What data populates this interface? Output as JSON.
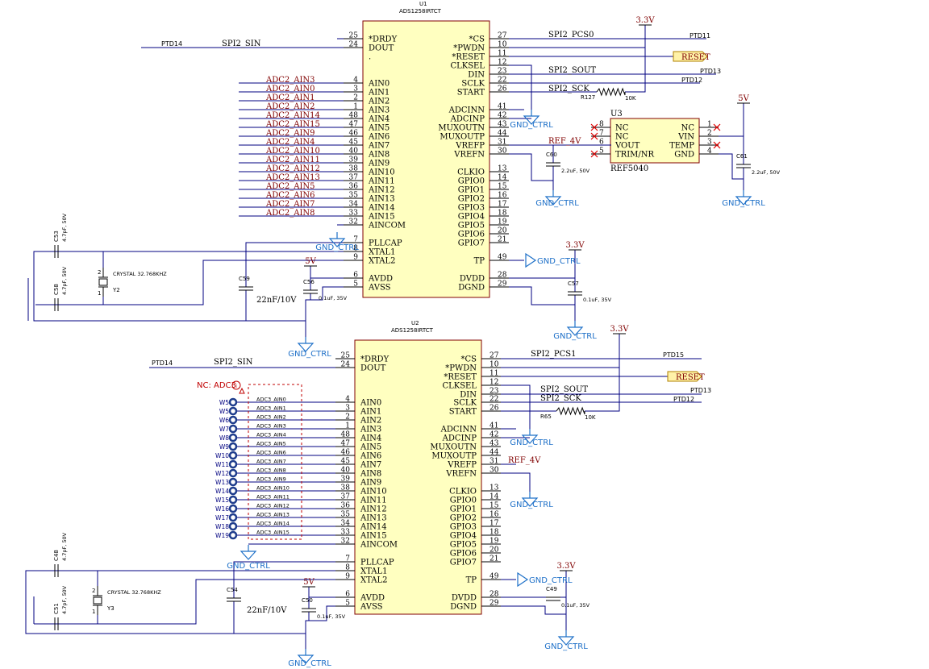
{
  "u1": {
    "designator": "U1",
    "part": "ADS1258IRTCT",
    "left_pins": [
      {
        "name": "*DRDY",
        "num": "25"
      },
      {
        "name": "DOUT",
        "num": "24"
      },
      {
        "name": ".",
        "num": ""
      },
      {
        "name": "AIN0",
        "num": "4"
      },
      {
        "name": "AIN1",
        "num": "3"
      },
      {
        "name": "AIN2",
        "num": "2"
      },
      {
        "name": "AIN3",
        "num": "1"
      },
      {
        "name": "AIN4",
        "num": "48"
      },
      {
        "name": "AIN5",
        "num": "47"
      },
      {
        "name": "AIN6",
        "num": "46"
      },
      {
        "name": "AIN7",
        "num": "45"
      },
      {
        "name": "AIN8",
        "num": "40"
      },
      {
        "name": "AIN9",
        "num": "39"
      },
      {
        "name": "AIN10",
        "num": "38"
      },
      {
        "name": "AIN11",
        "num": "37"
      },
      {
        "name": "AIN12",
        "num": "36"
      },
      {
        "name": "AIN13",
        "num": "35"
      },
      {
        "name": "AIN14",
        "num": "34"
      },
      {
        "name": "AIN15",
        "num": "33"
      },
      {
        "name": "AINCOM",
        "num": "32"
      },
      {
        "name": "PLLCAP",
        "num": "7"
      },
      {
        "name": "XTAL1",
        "num": "8"
      },
      {
        "name": "XTAL2",
        "num": "9"
      },
      {
        "name": "AVDD",
        "num": "6"
      },
      {
        "name": "AVSS",
        "num": "5"
      }
    ],
    "right_pins": [
      {
        "name": "*CS",
        "num": "27"
      },
      {
        "name": "*PWDN",
        "num": "10"
      },
      {
        "name": "*RESET",
        "num": "11"
      },
      {
        "name": "CLKSEL",
        "num": "12"
      },
      {
        "name": "DIN",
        "num": "23"
      },
      {
        "name": "SCLK",
        "num": "22"
      },
      {
        "name": "START",
        "num": "26"
      },
      {
        "name": "ADCINN",
        "num": "41"
      },
      {
        "name": "ADCINP",
        "num": "42"
      },
      {
        "name": "MUXOUTN",
        "num": "43"
      },
      {
        "name": "MUXOUTP",
        "num": "44"
      },
      {
        "name": "VREFP",
        "num": "31"
      },
      {
        "name": "VREFN",
        "num": "30"
      },
      {
        "name": "CLKIO",
        "num": "13"
      },
      {
        "name": "GPIO0",
        "num": "14"
      },
      {
        "name": "GPIO1",
        "num": "15"
      },
      {
        "name": "GPIO2",
        "num": "16"
      },
      {
        "name": "GPIO3",
        "num": "17"
      },
      {
        "name": "GPIO4",
        "num": "18"
      },
      {
        "name": "GPIO5",
        "num": "19"
      },
      {
        "name": "GPIO6",
        "num": "20"
      },
      {
        "name": "GPIO7",
        "num": "21"
      },
      {
        "name": "TP",
        "num": "49"
      },
      {
        "name": "DVDD",
        "num": "28"
      },
      {
        "name": "DGND",
        "num": "29"
      }
    ],
    "ain_nets": [
      "ADC2_AIN3",
      "ADC2_AIN0",
      "ADC2_AIN1",
      "ADC2_AIN2",
      "ADC2_AIN14",
      "ADC2_AIN15",
      "ADC2_AIN9",
      "ADC2_AIN4",
      "ADC2_AIN10",
      "ADC2_AIN11",
      "ADC2_AIN12",
      "ADC2_AIN13",
      "ADC2_AIN5",
      "ADC2_AIN6",
      "ADC2_AIN7",
      "ADC2_AIN8"
    ]
  },
  "u2": {
    "designator": "U2",
    "part": "ADS1258IRTCT",
    "left_pins": [
      {
        "name": "*DRDY",
        "num": "25"
      },
      {
        "name": "DOUT",
        "num": "24"
      },
      {
        "name": "AIN0",
        "num": "4"
      },
      {
        "name": "AIN1",
        "num": "3"
      },
      {
        "name": "AIN2",
        "num": "2"
      },
      {
        "name": "AIN3",
        "num": "1"
      },
      {
        "name": "AIN4",
        "num": "48"
      },
      {
        "name": "AIN5",
        "num": "47"
      },
      {
        "name": "AIN6",
        "num": "46"
      },
      {
        "name": "AIN7",
        "num": "45"
      },
      {
        "name": "AIN8",
        "num": "40"
      },
      {
        "name": "AIN9",
        "num": "39"
      },
      {
        "name": "AIN10",
        "num": "38"
      },
      {
        "name": "AIN11",
        "num": "37"
      },
      {
        "name": "AIN12",
        "num": "36"
      },
      {
        "name": "AIN13",
        "num": "35"
      },
      {
        "name": "AIN14",
        "num": "34"
      },
      {
        "name": "AIN15",
        "num": "33"
      },
      {
        "name": "AINCOM",
        "num": "32"
      },
      {
        "name": "PLLCAP",
        "num": "7"
      },
      {
        "name": "XTAL1",
        "num": "8"
      },
      {
        "name": "XTAL2",
        "num": "9"
      },
      {
        "name": "AVDD",
        "num": "6"
      },
      {
        "name": "AVSS",
        "num": "5"
      }
    ],
    "right_pins": [
      {
        "name": "*CS",
        "num": "27"
      },
      {
        "name": "*PWDN",
        "num": "10"
      },
      {
        "name": "*RESET",
        "num": "11"
      },
      {
        "name": "CLKSEL",
        "num": "12"
      },
      {
        "name": "DIN",
        "num": "23"
      },
      {
        "name": "SCLK",
        "num": "22"
      },
      {
        "name": "START",
        "num": "26"
      },
      {
        "name": "ADCINN",
        "num": "41"
      },
      {
        "name": "ADCINP",
        "num": "42"
      },
      {
        "name": "MUXOUTN",
        "num": "43"
      },
      {
        "name": "MUXOUTP",
        "num": "44"
      },
      {
        "name": "VREFP",
        "num": "31"
      },
      {
        "name": "VREFN",
        "num": "30"
      },
      {
        "name": "CLKIO",
        "num": "13"
      },
      {
        "name": "GPIO0",
        "num": "14"
      },
      {
        "name": "GPIO1",
        "num": "15"
      },
      {
        "name": "GPIO2",
        "num": "16"
      },
      {
        "name": "GPIO3",
        "num": "17"
      },
      {
        "name": "GPIO4",
        "num": "18"
      },
      {
        "name": "GPIO5",
        "num": "19"
      },
      {
        "name": "GPIO6",
        "num": "20"
      },
      {
        "name": "GPIO7",
        "num": "21"
      },
      {
        "name": "TP",
        "num": "49"
      },
      {
        "name": "DVDD",
        "num": "28"
      },
      {
        "name": "DGND",
        "num": "29"
      }
    ],
    "ain_nets": [
      "ADC3_AIN0",
      "ADC3_AIN1",
      "ADC3_AIN2",
      "ADC3_AIN3",
      "ADC3_AIN4",
      "ADC3_AIN5",
      "ADC3_AIN6",
      "ADC3_AIN7",
      "ADC3_AIN8",
      "ADC3_AIN9",
      "ADC3_AIN10",
      "ADC3_AIN11",
      "ADC3_AIN12",
      "ADC3_AIN13",
      "ADC3_AIN14",
      "ADC3_AIN15"
    ],
    "wire_points": [
      "W5",
      "W5",
      "W6",
      "W7",
      "W8",
      "W9",
      "W10",
      "W11",
      "W12",
      "W13",
      "W14",
      "W15",
      "W16",
      "W17",
      "W18",
      "W19"
    ],
    "nc_label": "NC: ADC3"
  },
  "u3": {
    "designator": "U3",
    "part": "REF5040",
    "left_pins": [
      {
        "name": "NC",
        "num": "8"
      },
      {
        "name": "NC",
        "num": "7"
      },
      {
        "name": "VOUT",
        "num": "6"
      },
      {
        "name": "TRIM/NR",
        "num": "5"
      }
    ],
    "right_pins": [
      {
        "name": "NC",
        "num": "1"
      },
      {
        "name": "VIN",
        "num": "2"
      },
      {
        "name": "TEMP",
        "num": "3"
      },
      {
        "name": "GND",
        "num": "4"
      }
    ]
  },
  "nets": {
    "spi2_sin": "SPI2_SIN",
    "ptd14": "PTD14",
    "spi2_pcs0": "SPI2_PCS0",
    "ptd11": "PTD11",
    "spi2_pcs1": "SPI2_PCS1",
    "ptd15": "PTD15",
    "spi2_sout": "SPI2_SOUT",
    "ptd13": "PTD13",
    "spi2_sck": "SPI2_SCK",
    "ptd12": "PTD12",
    "reset": "RESET",
    "ref_4v": "REF_4V",
    "gnd_ctrl": "GND_CTRL",
    "v33": "3.3V",
    "v5": "5V"
  },
  "components": {
    "c53": {
      "ref": "C53",
      "val": "4.7pF, 50V"
    },
    "c58": {
      "ref": "C58",
      "val": "4.7pF, 50V"
    },
    "y2": {
      "ref": "Y2",
      "val": "CRYSTAL 32.768KHZ",
      "pin1": "1",
      "pin2": "2"
    },
    "c59": {
      "ref": "C59",
      "val": "22nF/10V"
    },
    "c56": {
      "ref": "C56",
      "val": "0.1uF, 35V"
    },
    "c57": {
      "ref": "C57",
      "val": "0.1uF, 35V"
    },
    "c60": {
      "ref": "C60",
      "val": "2.2uF, 50V"
    },
    "c61": {
      "ref": "C61",
      "val": "2.2uF, 50V"
    },
    "r127": {
      "ref": "R127",
      "val": "10K"
    },
    "c48": {
      "ref": "C48",
      "val": "4.7pF, 50V"
    },
    "c51": {
      "ref": "C51",
      "val": "4.7pF, 50V"
    },
    "y3": {
      "ref": "Y3",
      "val": "CRYSTAL 32.768KHZ",
      "pin1": "1",
      "pin2": "2"
    },
    "c54": {
      "ref": "C54",
      "val": "22nF/10V"
    },
    "c50": {
      "ref": "C50",
      "val": "0.1uF, 35V"
    },
    "c49": {
      "ref": "C49",
      "val": "0.1uF, 35V"
    },
    "r65": {
      "ref": "R65",
      "val": "10K"
    }
  }
}
